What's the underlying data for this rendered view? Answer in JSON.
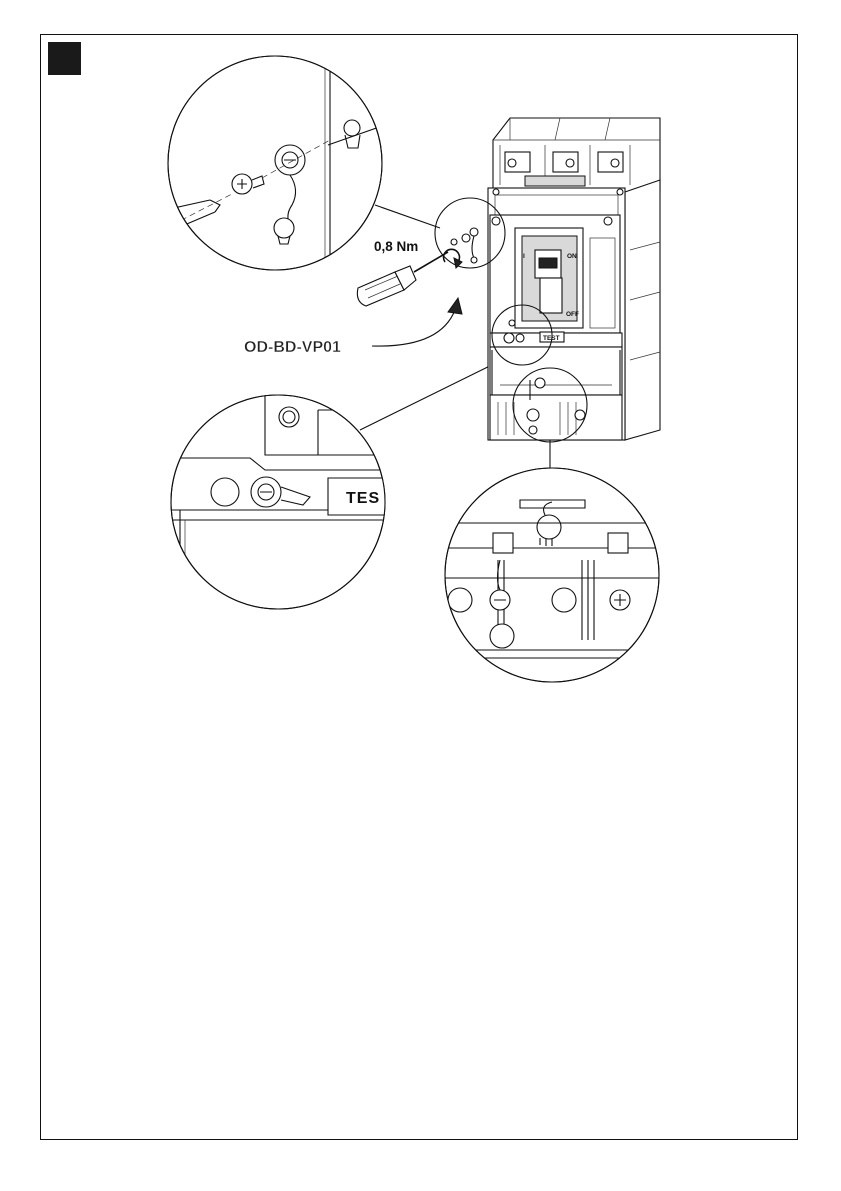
{
  "diagram": {
    "torque_label": "0,8 Nm",
    "part_label": "OD-BD-VP01",
    "test_label_zoom": "TES",
    "device": {
      "on_label": "ON",
      "off_label": "OFF",
      "on_symbol": "I",
      "test_label": "TEST"
    }
  },
  "colors": {
    "ink": "#111111",
    "marker": "#1a1a1a",
    "paper": "#ffffff"
  }
}
